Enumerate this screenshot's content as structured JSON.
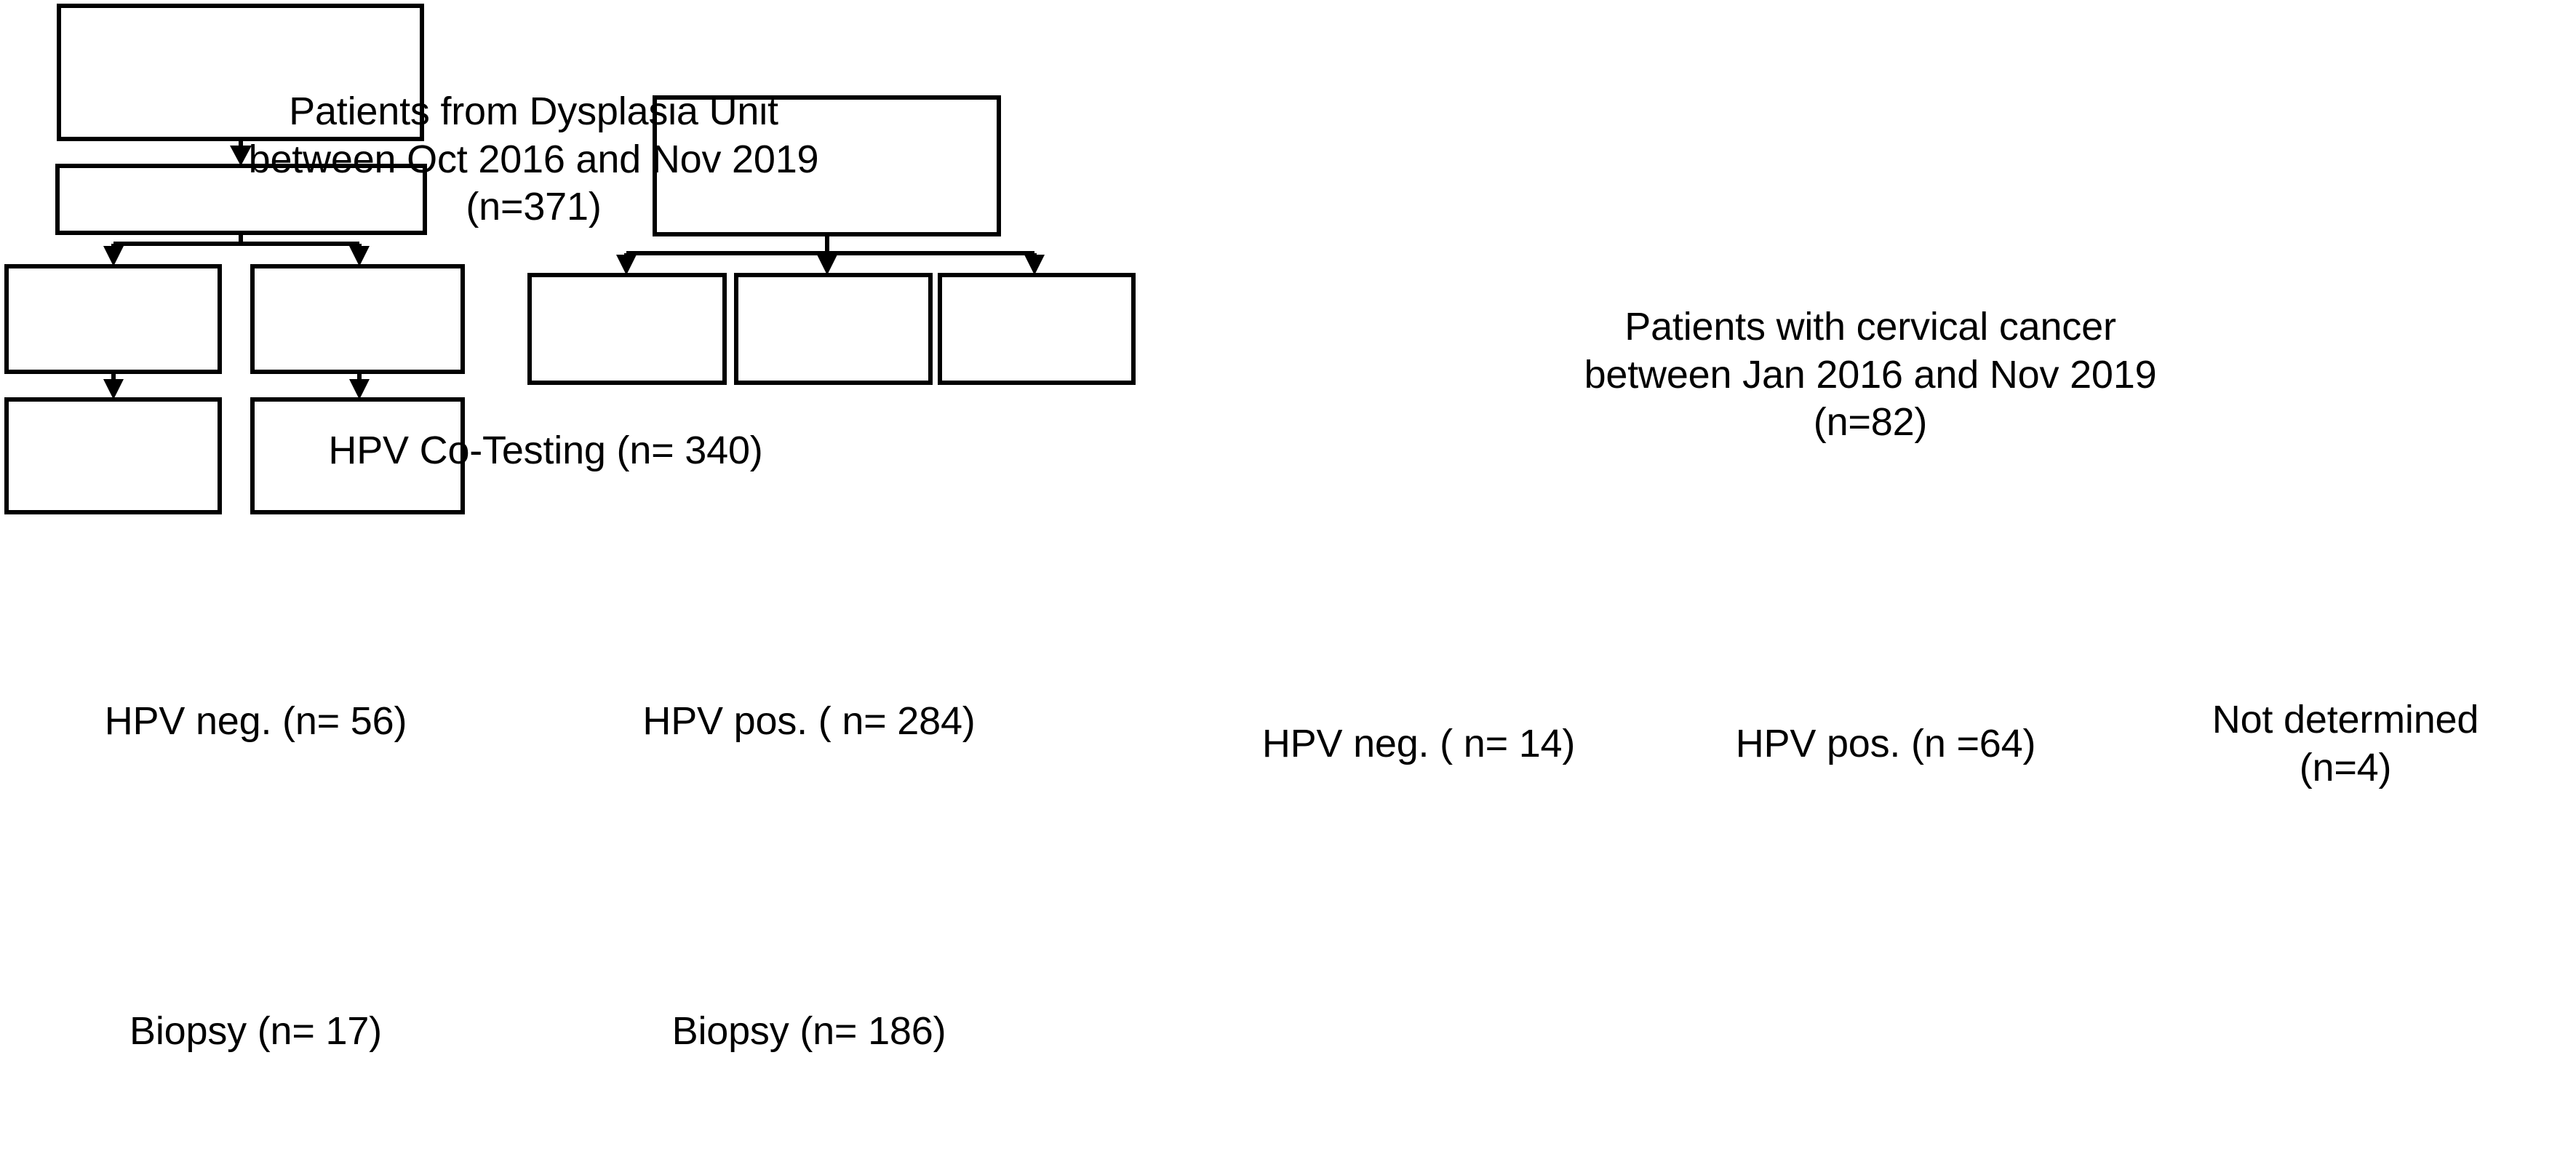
{
  "diagram": {
    "title": "HPV testing patient flow diagram",
    "type": "flowchart",
    "background_color": "#ffffff",
    "line_color": "#000000",
    "text_color": "#000000",
    "box_fill": "#ffffff"
  },
  "left_flow": {
    "name": "dysplasia-unit-cohort",
    "nodes": {
      "source": {
        "label": "Patients from Dysplasia Unit\nbetween Oct 2016 and Nov 2019\n(n=371)",
        "n": 371
      },
      "cotesting": {
        "label": "HPV Co-Testing (n= 340)",
        "n": 340
      },
      "hpv_negative": {
        "label": "HPV neg. (n= 56)",
        "n": 56
      },
      "hpv_positive": {
        "label": "HPV pos. ( n= 284)",
        "n": 284
      },
      "biopsy_negative": {
        "label": "Biopsy (n= 17)",
        "n": 17
      },
      "biopsy_positive": {
        "label": "Biopsy (n= 186)",
        "n": 186
      }
    }
  },
  "right_flow": {
    "name": "cervical-cancer-cohort",
    "nodes": {
      "source": {
        "label": "Patients with cervical cancer\nbetween Jan 2016 and Nov 2019\n(n=82)",
        "n": 82
      },
      "hpv_negative": {
        "label": "HPV neg. ( n= 14)",
        "n": 14
      },
      "hpv_positive": {
        "label": "HPV pos. (n =64)",
        "n": 64
      },
      "not_determined": {
        "label": "Not determined\n(n=4)",
        "n": 4
      }
    }
  },
  "chart_data": {
    "type": "flowchart",
    "title": "HPV testing patient flow",
    "flows": [
      {
        "name": "Dysplasia Unit cohort",
        "levels": [
          {
            "label": "Patients from Dysplasia Unit between Oct 2016 and Nov 2019",
            "n": 371
          },
          {
            "label": "HPV Co-Testing",
            "n": 340
          },
          {
            "label": "HPV neg.",
            "n": 56
          },
          {
            "label": "HPV pos.",
            "n": 284
          },
          {
            "label": "Biopsy (from HPV neg.)",
            "n": 17
          },
          {
            "label": "Biopsy (from HPV pos.)",
            "n": 186
          }
        ]
      },
      {
        "name": "Cervical cancer cohort",
        "levels": [
          {
            "label": "Patients with cervical cancer between Jan 2016 and Nov 2019",
            "n": 82
          },
          {
            "label": "HPV neg.",
            "n": 14
          },
          {
            "label": "HPV pos.",
            "n": 64
          },
          {
            "label": "Not determined",
            "n": 4
          }
        ]
      }
    ]
  }
}
